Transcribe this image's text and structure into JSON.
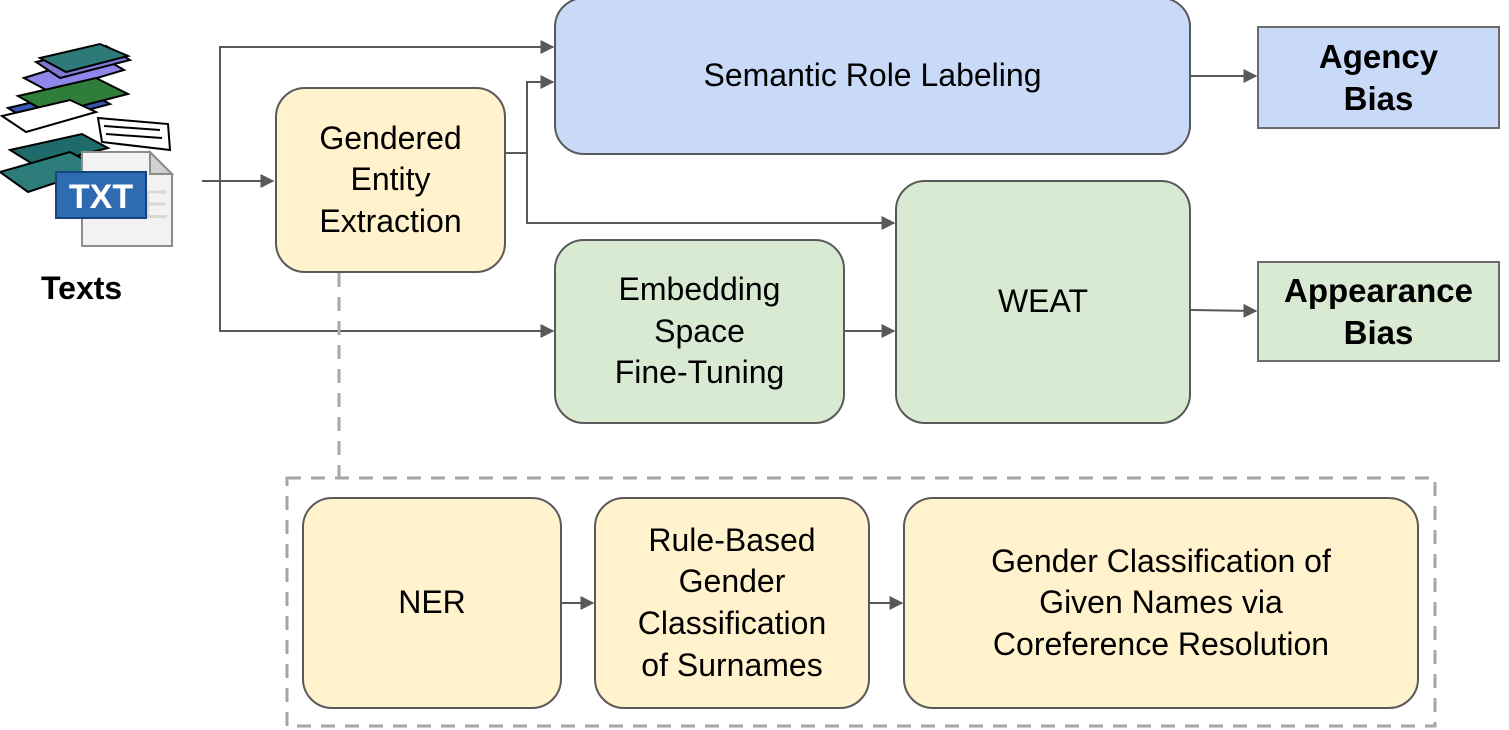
{
  "input": {
    "label": "Texts",
    "file_badge": "TXT",
    "icon": "books-and-txt-file-icon"
  },
  "nodes": {
    "gendered_entity_extraction": "Gendered\nEntity\nExtraction",
    "semantic_role_labeling": "Semantic Role Labeling",
    "embedding_fine_tuning": "Embedding\nSpace\nFine-Tuning",
    "weat": "WEAT",
    "ner": "NER",
    "rule_based": "Rule-Based\nGender\nClassification\nof Surnames",
    "coreference": "Gender Classification of\nGiven Names via\nCoreference Resolution"
  },
  "outputs": {
    "agency_bias": "Agency\nBias",
    "appearance_bias": "Appearance\nBias"
  },
  "colors": {
    "yellow": "#fff2cc",
    "blue": "#c9daf8",
    "green": "#d9ead3",
    "border": "#595959",
    "arrow": "#595959",
    "dashed": "#a6a6a6"
  }
}
